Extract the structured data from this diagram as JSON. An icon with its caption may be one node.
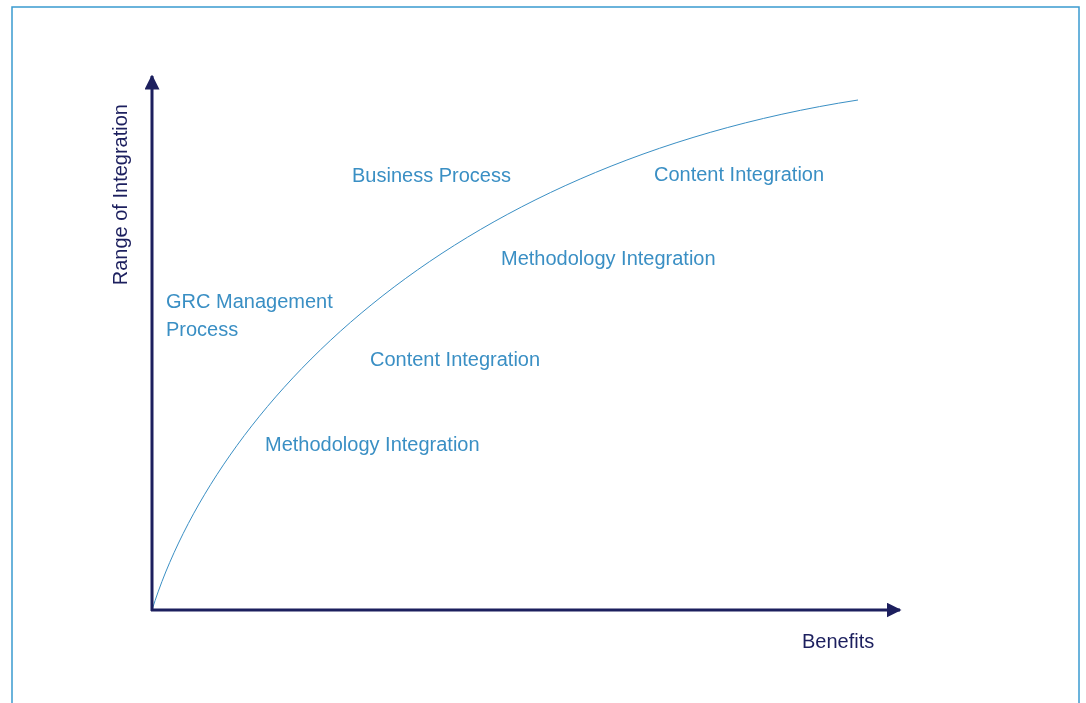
{
  "diagram": {
    "labels": [
      "Range of Integration",
      "Business Process",
      "Content Integration",
      "Methodology Integration",
      "GRC Management Process",
      "Content Integration",
      "Methodology Integration",
      "Benefits"
    ]
  }
}
